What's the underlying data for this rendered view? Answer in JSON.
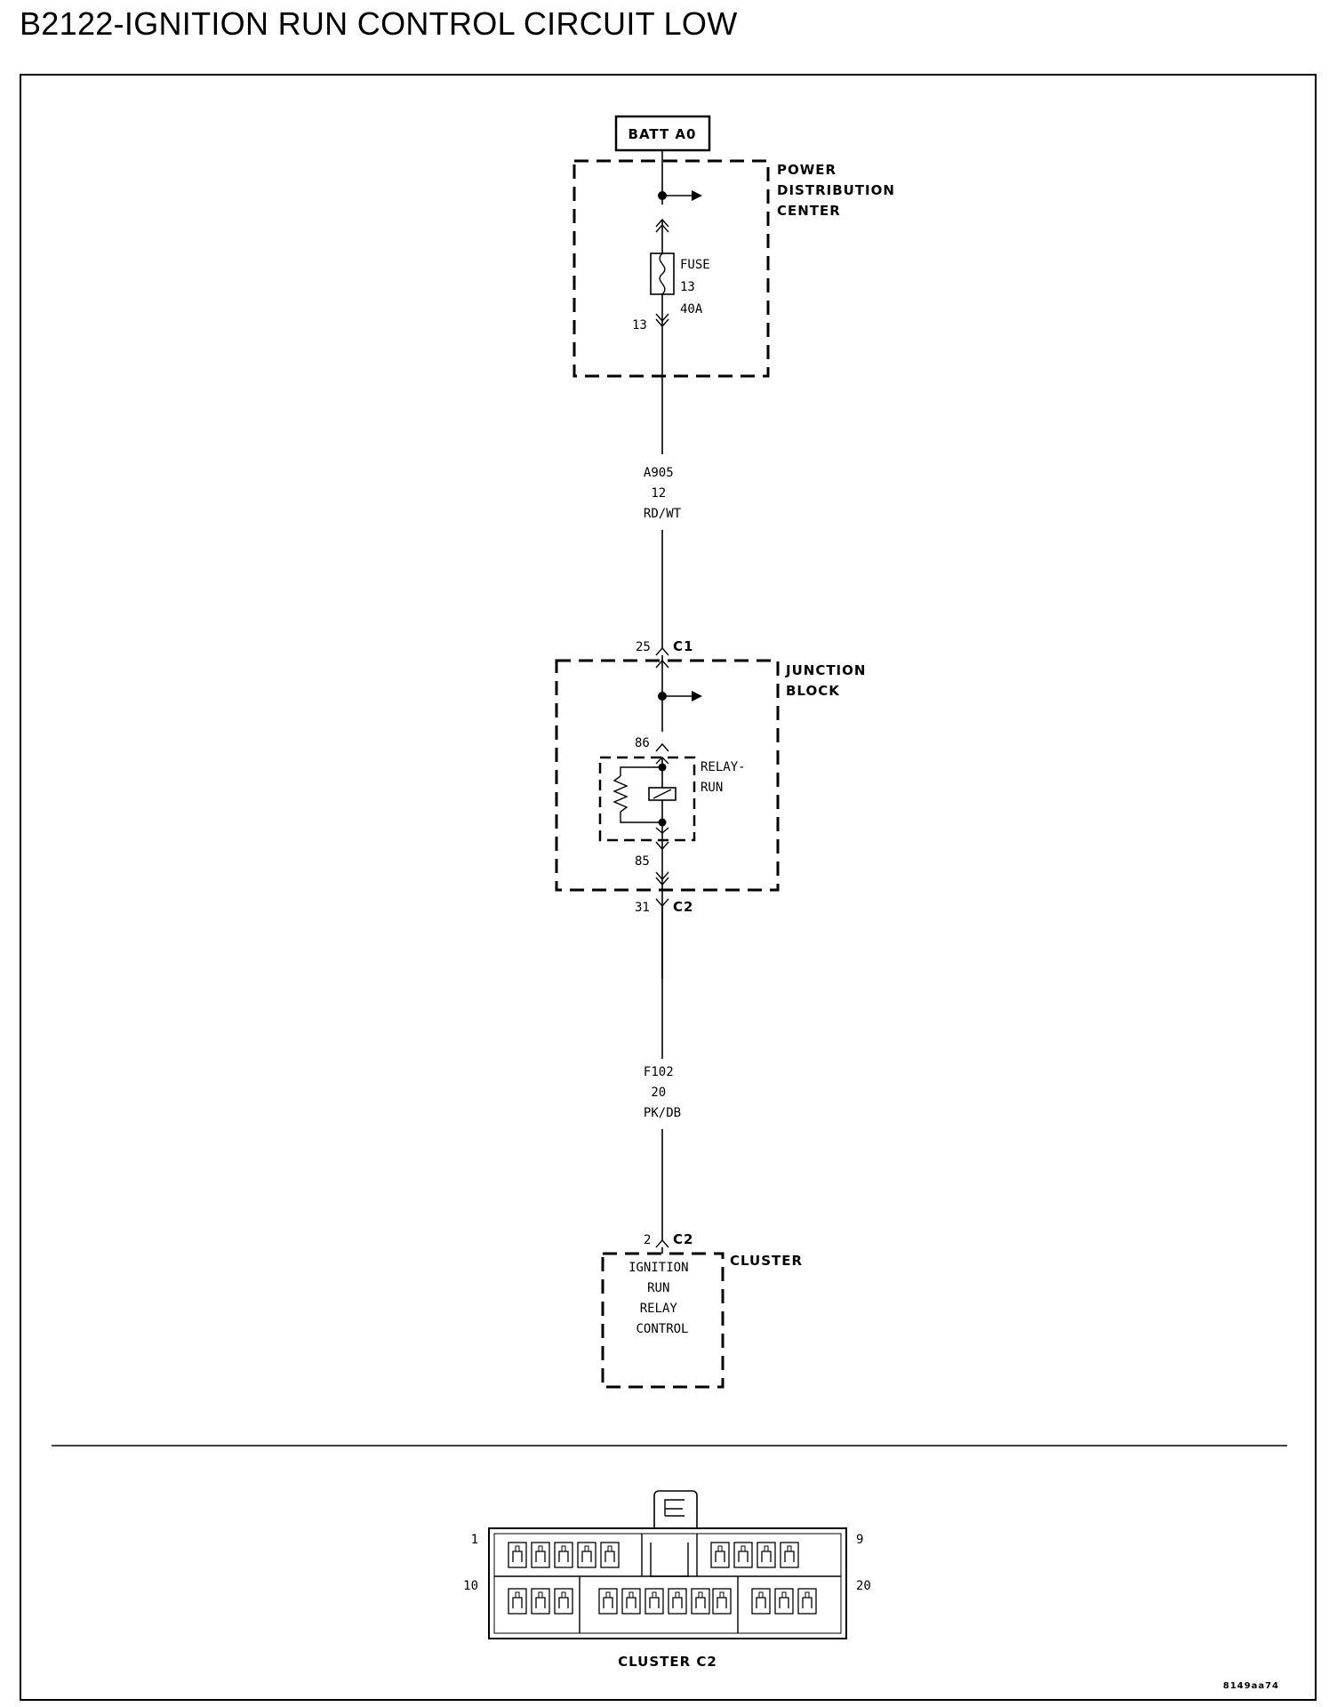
{
  "title": "B2122-IGNITION RUN CONTROL CIRCUIT LOW",
  "source": {
    "label": "BATT A0"
  },
  "pdc": {
    "name_lines": [
      "POWER",
      "DISTRIBUTION",
      "CENTER"
    ],
    "fuse_lines": [
      "FUSE",
      "13",
      "40A"
    ],
    "cavity": "13"
  },
  "wire1": {
    "lines": [
      "A905",
      "12",
      "RD/WT"
    ]
  },
  "junction_block": {
    "name_lines": [
      "JUNCTION",
      "BLOCK"
    ],
    "top_connector": {
      "pin": "25",
      "id": "C1"
    },
    "relay_lines": [
      "RELAY-",
      "RUN"
    ],
    "pin_86": "86",
    "pin_85": "85",
    "bottom_connector": {
      "pin": "31",
      "id": "C2"
    }
  },
  "wire2": {
    "lines": [
      "F102",
      "20",
      "PK/DB"
    ]
  },
  "cluster": {
    "name": "CLUSTER",
    "connector": {
      "pin": "2",
      "id": "C2"
    },
    "function_lines": [
      "IGNITION",
      "RUN",
      "RELAY",
      "CONTROL"
    ]
  },
  "connector_view": {
    "title": "CLUSTER C2",
    "pin_labels": {
      "top_left": "1",
      "top_right": "9",
      "bottom_left": "10",
      "bottom_right": "20"
    }
  },
  "figure_id": "8149aa74"
}
